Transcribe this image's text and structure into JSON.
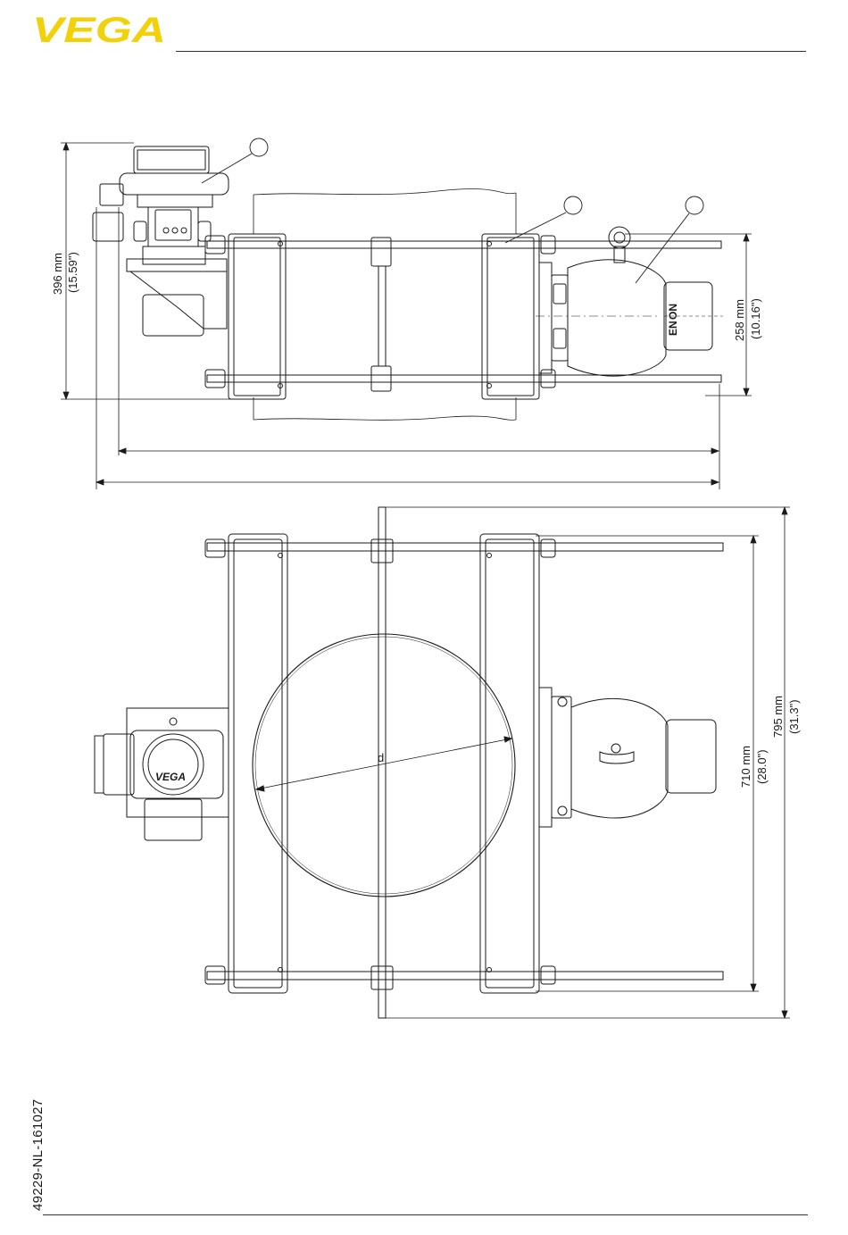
{
  "brand": {
    "name": "VEGA",
    "color": "#f2d10a"
  },
  "document_id": "49229-NL-161027",
  "dimensions": {
    "height_total": {
      "metric": "396 mm",
      "imperial": "(15.59\")"
    },
    "flange_height": {
      "metric": "258 mm",
      "imperial": "(10.16\")"
    },
    "inner_width": {
      "metric": "710 mm",
      "imperial": "(28.0\")"
    },
    "outer_width": {
      "metric": "795 mm",
      "imperial": "(31.3\")"
    },
    "diameter_label": "d"
  },
  "detail_text": {
    "transmitter_brand": "VEGA",
    "source_switch_on": "ON",
    "source_switch_en": "EN"
  }
}
